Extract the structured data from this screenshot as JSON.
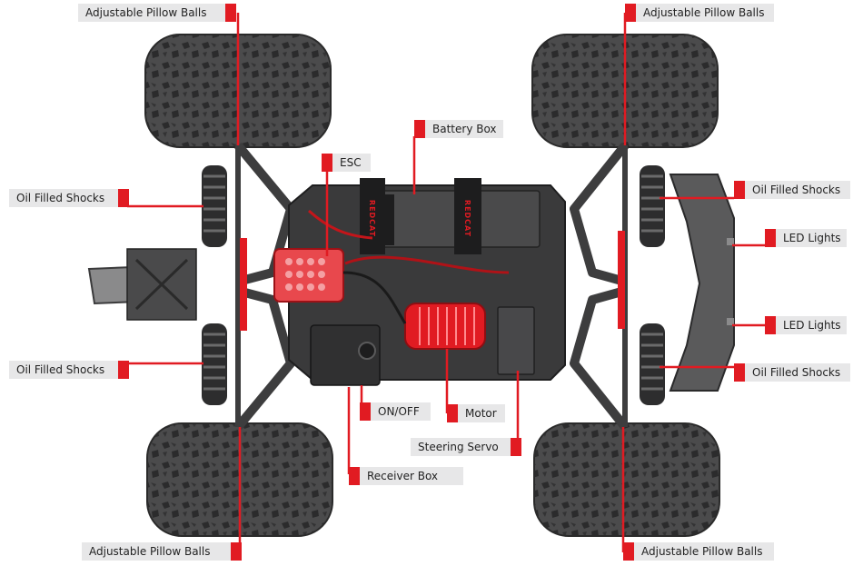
{
  "accent_color": "#e11b22",
  "chassis_color": "#3a3a3b",
  "tire_color": "#4b4b4c",
  "labels": {
    "pillow_tl": "Adjustable Pillow Balls",
    "pillow_tr": "Adjustable Pillow Balls",
    "pillow_bl": "Adjustable Pillow Balls",
    "pillow_br": "Adjustable Pillow Balls",
    "shocks_left_top": "Oil Filled Shocks",
    "shocks_left_bottom": "Oil Filled Shocks",
    "shocks_right_top": "Oil Filled Shocks",
    "shocks_right_bottom": "Oil Filled Shocks",
    "led_top": "LED Lights",
    "led_bottom": "LED Lights",
    "battery_box": "Battery Box",
    "esc": "ESC",
    "on_off": "ON/OFF",
    "motor": "Motor",
    "steering_servo": "Steering Servo",
    "receiver_box": "Receiver Box",
    "strap_logo": "REDCAT"
  }
}
